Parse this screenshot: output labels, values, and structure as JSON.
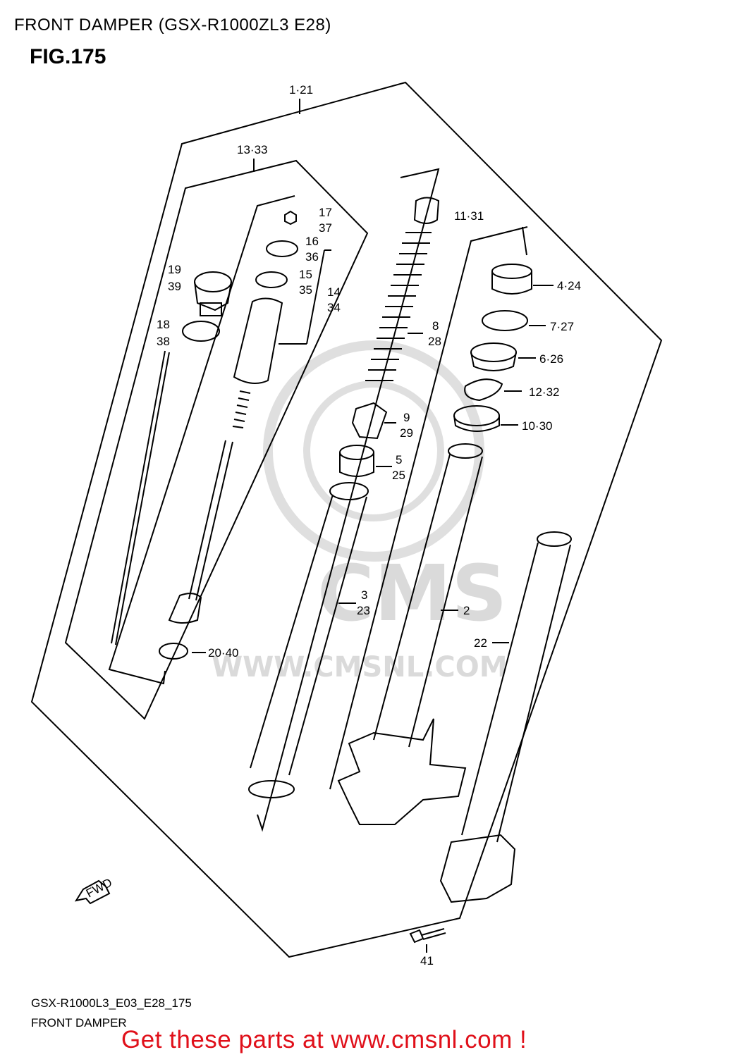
{
  "title": "FRONT DAMPER (GSX-R1000ZL3 E28)",
  "figure": "FIG.175",
  "diagram_code": "GSX-R1000L3_E03_E28_175",
  "diagram_name": "FRONT DAMPER",
  "call_to_action": "Get these parts at www.cmsnl.com !",
  "watermark": {
    "brand": "CMS",
    "url": "WWW.CMSNL.COM"
  },
  "fwd_arrow": "FWD",
  "callouts": [
    {
      "id": "c-1-21",
      "text": "1·21"
    },
    {
      "id": "c-13-33",
      "text": "13·33"
    },
    {
      "id": "c-17",
      "text": "17"
    },
    {
      "id": "c-37",
      "text": "37"
    },
    {
      "id": "c-16",
      "text": "16"
    },
    {
      "id": "c-36",
      "text": "36"
    },
    {
      "id": "c-15",
      "text": "15"
    },
    {
      "id": "c-35",
      "text": "35"
    },
    {
      "id": "c-14",
      "text": "14"
    },
    {
      "id": "c-34",
      "text": "34"
    },
    {
      "id": "c-19",
      "text": "19"
    },
    {
      "id": "c-39",
      "text": "39"
    },
    {
      "id": "c-18",
      "text": "18"
    },
    {
      "id": "c-38",
      "text": "38"
    },
    {
      "id": "c-20-40",
      "text": "20·40"
    },
    {
      "id": "c-11-31",
      "text": "11·31"
    },
    {
      "id": "c-8",
      "text": "8"
    },
    {
      "id": "c-28",
      "text": "28"
    },
    {
      "id": "c-9",
      "text": "9"
    },
    {
      "id": "c-29",
      "text": "29"
    },
    {
      "id": "c-5",
      "text": "5"
    },
    {
      "id": "c-25",
      "text": "25"
    },
    {
      "id": "c-3",
      "text": "3"
    },
    {
      "id": "c-23",
      "text": "23"
    },
    {
      "id": "c-2",
      "text": "2"
    },
    {
      "id": "c-22",
      "text": "22"
    },
    {
      "id": "c-4-24",
      "text": "4·24"
    },
    {
      "id": "c-7-27",
      "text": "7·27"
    },
    {
      "id": "c-6-26",
      "text": "6·26"
    },
    {
      "id": "c-12-32",
      "text": "12·32"
    },
    {
      "id": "c-10-30",
      "text": "10·30"
    },
    {
      "id": "c-41",
      "text": "41"
    }
  ]
}
